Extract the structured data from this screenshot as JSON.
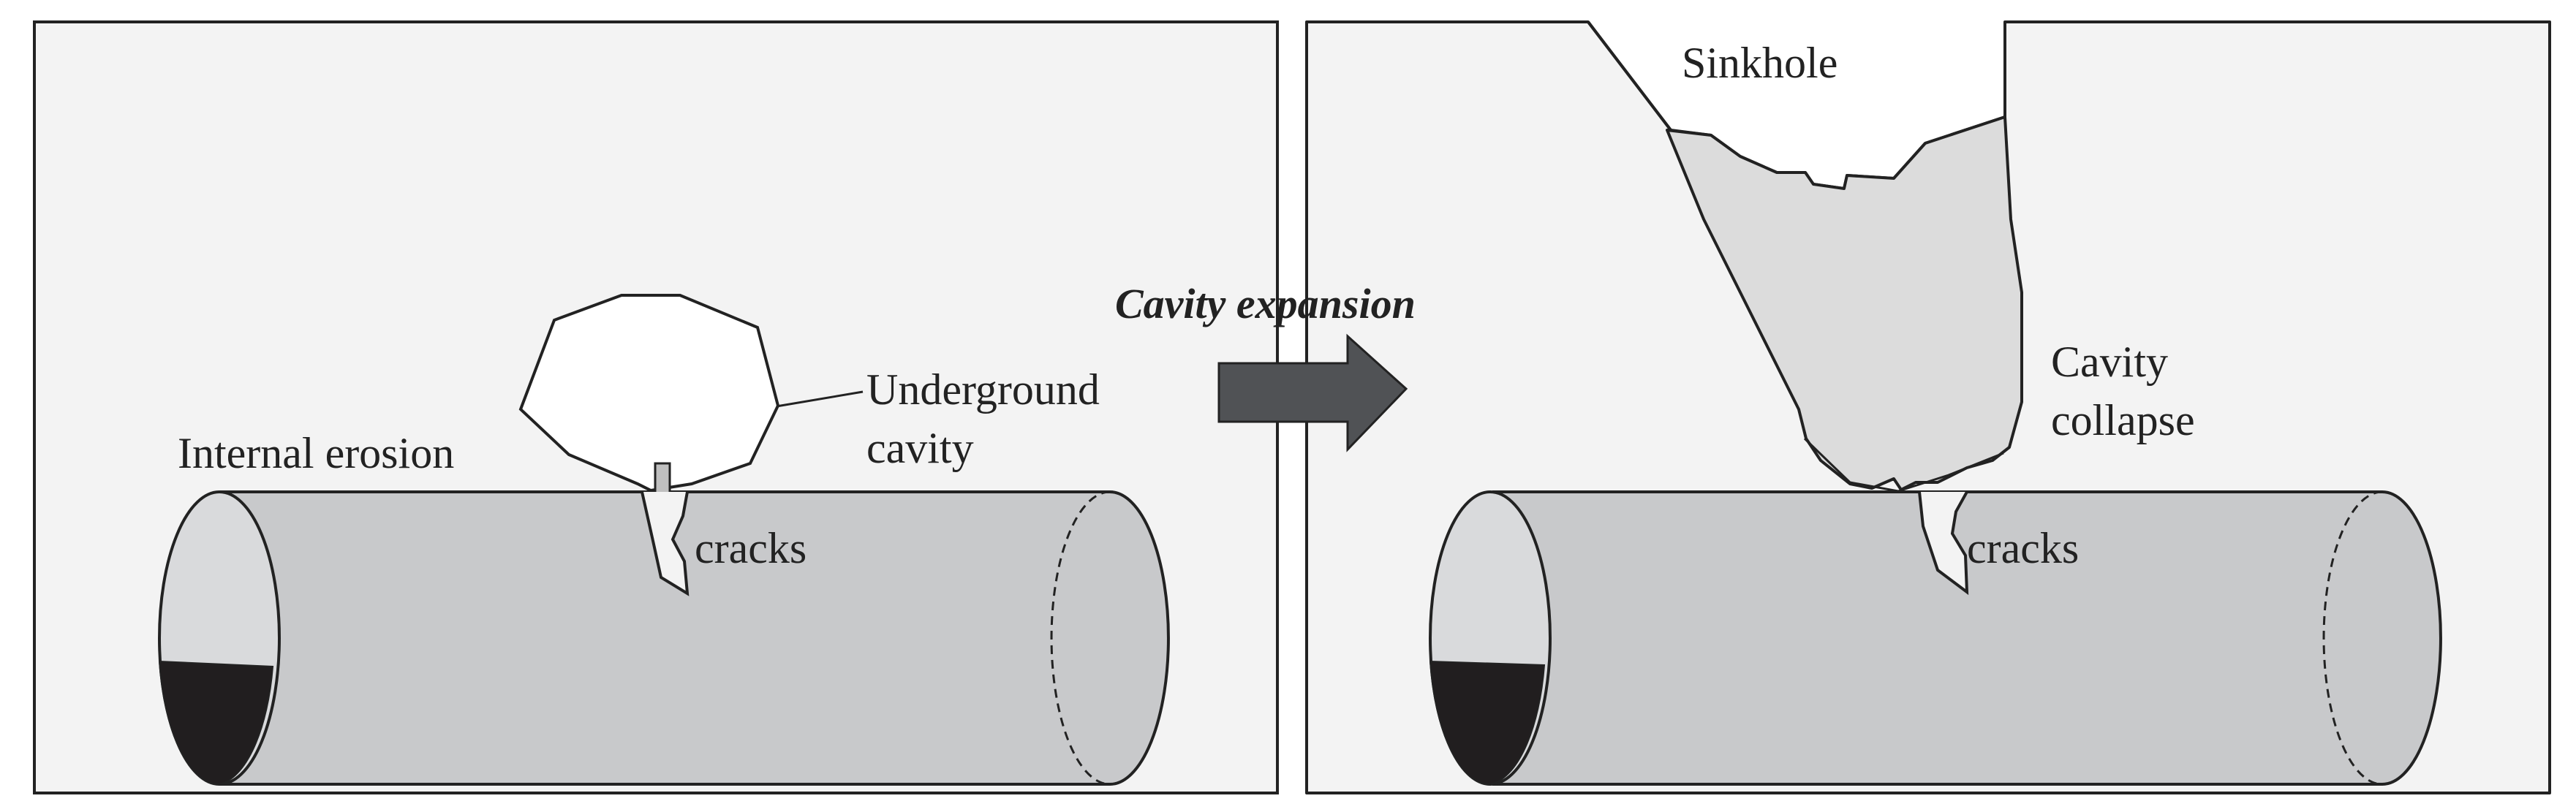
{
  "title": "Cavity expansion",
  "left_panel": {
    "label_internal_erosion": "Internal erosion",
    "label_cavity_line1": "Underground",
    "label_cavity_line2": "cavity",
    "label_cracks": "cracks"
  },
  "right_panel": {
    "label_sinkhole": "Sinkhole",
    "label_collapse_line1": "Cavity",
    "label_collapse_line2": "collapse",
    "label_cracks": "cracks"
  },
  "colors": {
    "panel_bg": "#f3f3f3",
    "pipe_fill": "#c8c9cb",
    "pipe_inner": "#d9dadc",
    "water": "#211e1f",
    "soil_collapse": "#dcdcdc",
    "arrow": "#505255",
    "stroke": "#222222"
  }
}
